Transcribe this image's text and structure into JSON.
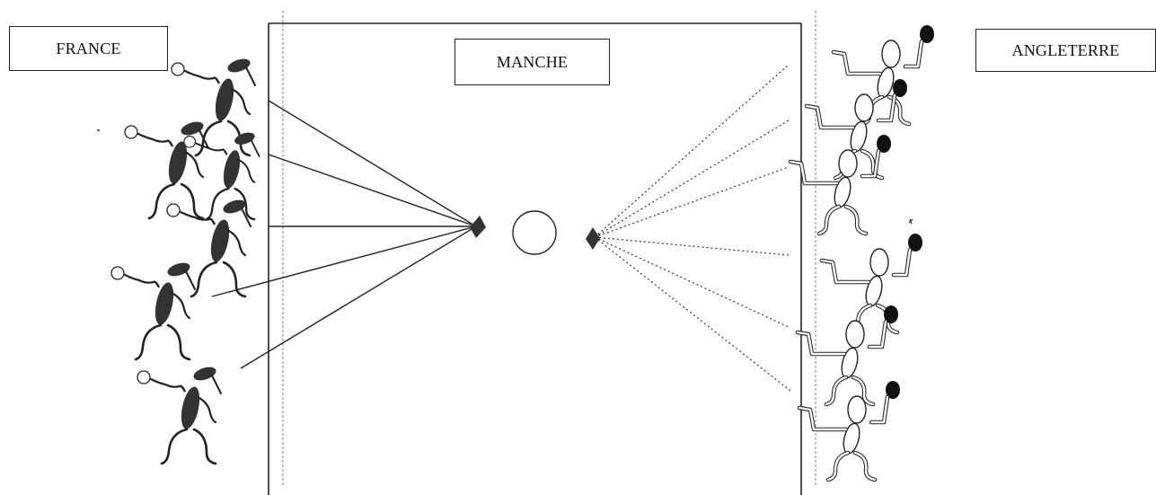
{
  "labels": {
    "france": "FRANCE",
    "manche": "MANCHE",
    "angleterre": "ANGLETERRE"
  },
  "colors": {
    "france_team_fill": "#333333",
    "england_team_fill": "#ffffff",
    "england_ball_fill": "#111111",
    "outline": "#1a1a1a"
  },
  "icons": {
    "france_figure": "black-stick-figure-icon",
    "england_figure": "white-stick-figure-icon",
    "center_ball": "circle-icon",
    "converging_point": "diamond-icon"
  }
}
